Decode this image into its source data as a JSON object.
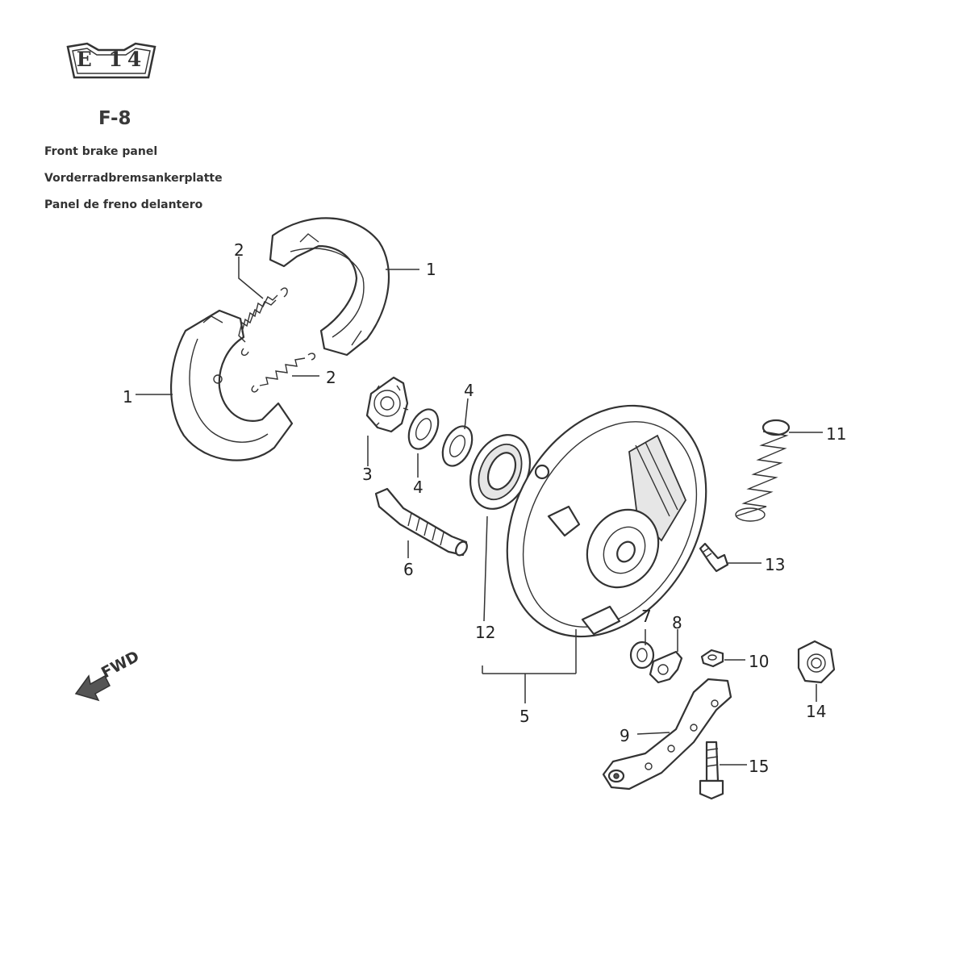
{
  "badge": {
    "text": "E 14"
  },
  "page_code": "F-8",
  "captions": {
    "english": "Front brake panel",
    "german": "Vorderradbremsankerplatte",
    "spanish": "Panel de freno delantero"
  },
  "direction_marker": "FWD",
  "callouts": {
    "c1a": "1",
    "c1b": "1",
    "c2a": "2",
    "c2b": "2",
    "c3": "3",
    "c4a": "4",
    "c4b": "4",
    "c5": "5",
    "c6": "6",
    "c7": "7",
    "c8": "8",
    "c9": "9",
    "c10": "10",
    "c11": "11",
    "c12": "12",
    "c13": "13",
    "c14": "14",
    "c15": "15"
  }
}
